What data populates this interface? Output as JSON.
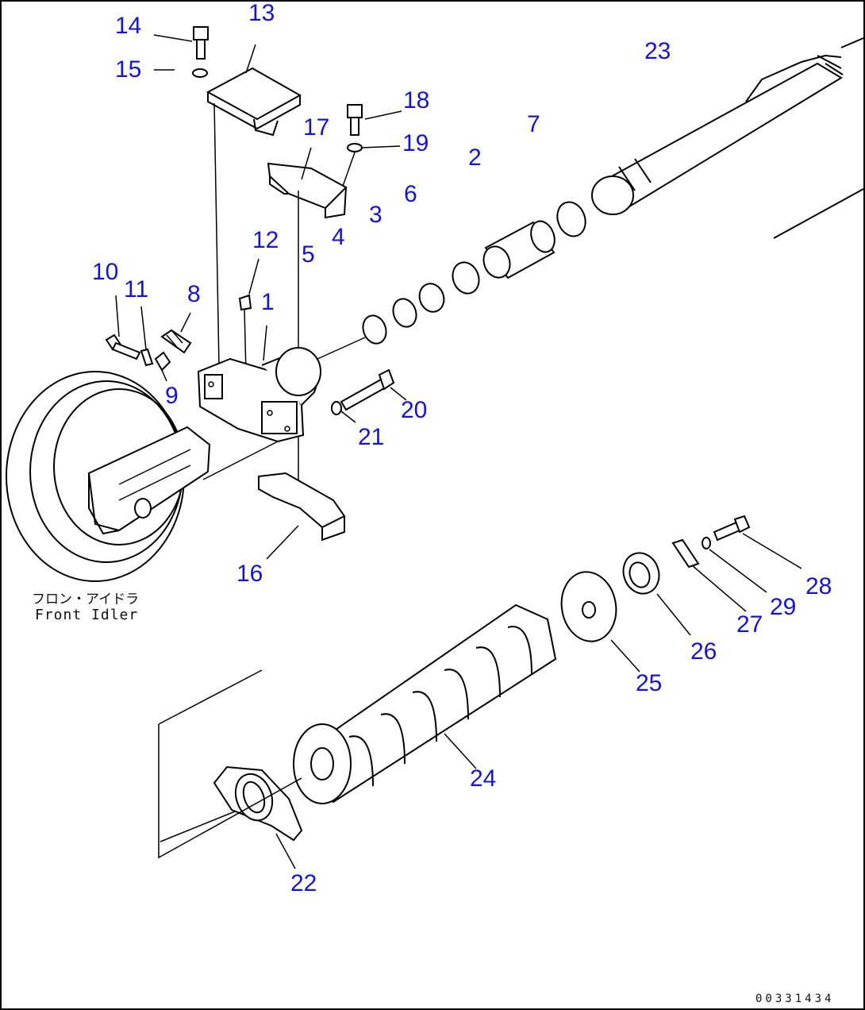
{
  "part_numbers": [
    "14",
    "13",
    "15",
    "18",
    "17",
    "19",
    "23",
    "7",
    "2",
    "6",
    "3",
    "4",
    "12",
    "5",
    "10",
    "11",
    "8",
    "1",
    "9",
    "20",
    "21",
    "16",
    "28",
    "29",
    "27",
    "26",
    "25",
    "24",
    "22"
  ],
  "labels": {
    "front_idler_jp": "フロン・アイドラ",
    "front_idler_en": "Front Idler",
    "drawing_code": "00331434"
  }
}
